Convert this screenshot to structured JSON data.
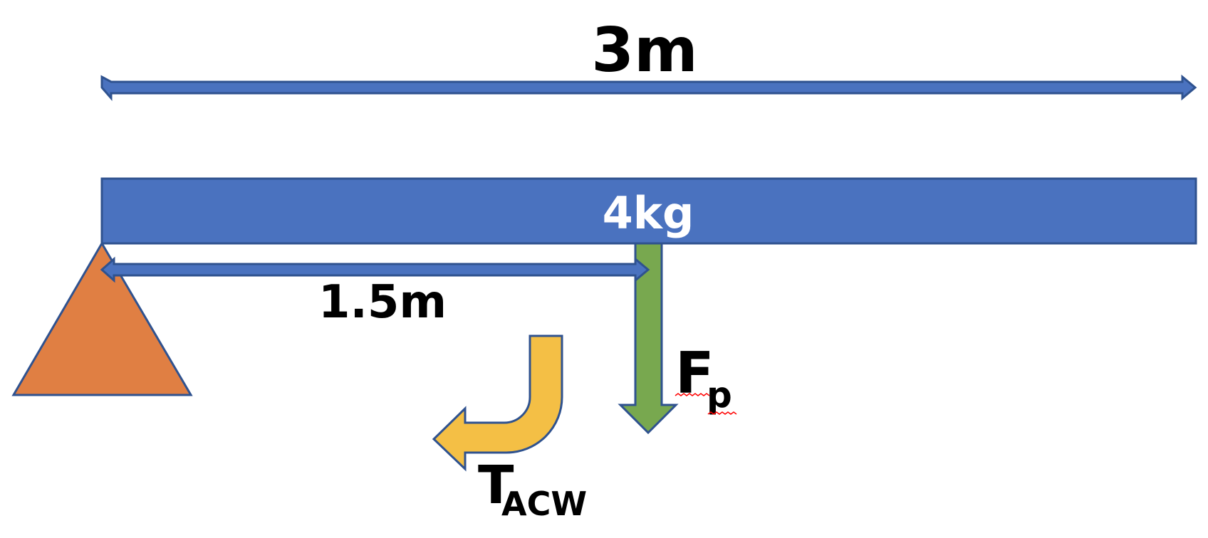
{
  "labels": {
    "total_length": "3m",
    "mass": "4kg",
    "half_length": "1.5m",
    "force_main": "F",
    "force_sub": "p",
    "torque_main": "T",
    "torque_sub": "ACW"
  },
  "colors": {
    "beam": "#4a72bf",
    "outline": "#2f528f",
    "pivot": "#e07f43",
    "force_arrow": "#78a84f",
    "torque_arrow": "#f4bf45",
    "text": "#000000",
    "mass_text": "#ffffff",
    "squiggle": "#ff0000"
  }
}
